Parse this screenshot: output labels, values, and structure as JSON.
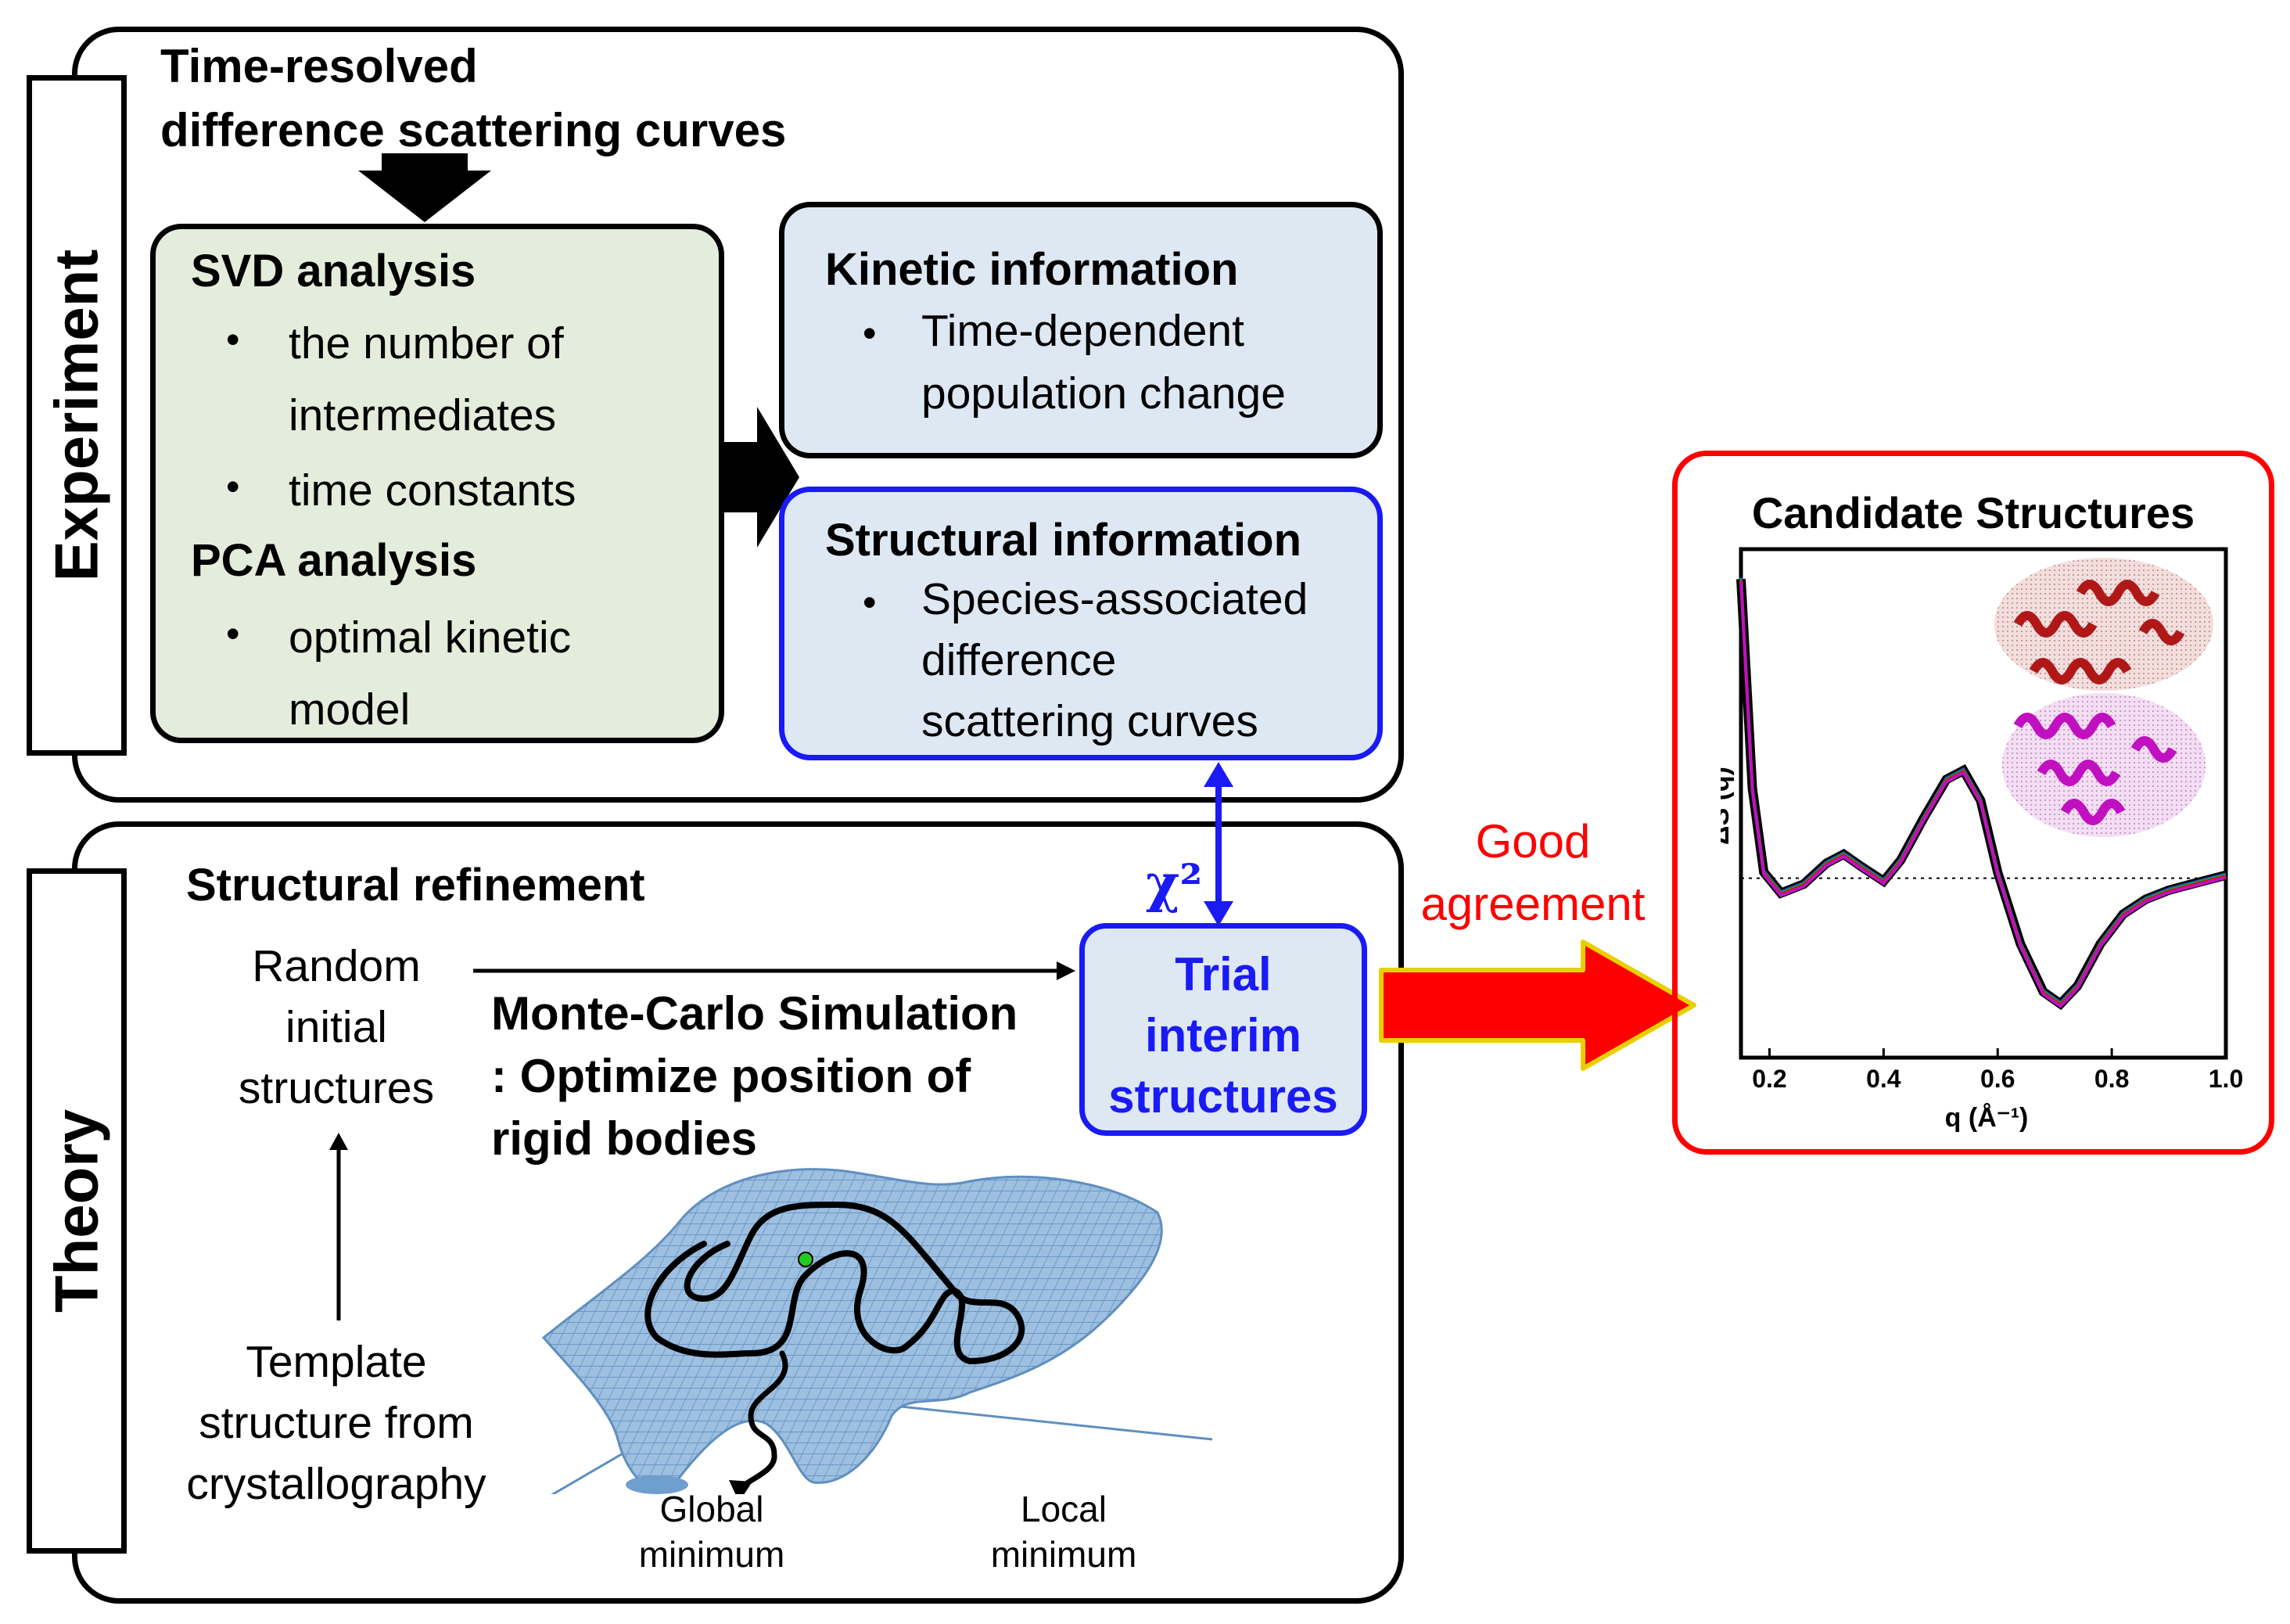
{
  "experiment": {
    "tab_label": "Experiment",
    "title_line1": "Time-resolved",
    "title_line2": "difference scattering curves",
    "svd": {
      "heading": "SVD analysis",
      "bullet1_line1": "the number of",
      "bullet1_line2": "intermediates",
      "bullet2": "time constants"
    },
    "pca": {
      "heading": "PCA analysis",
      "bullet1_line1": "optimal kinetic",
      "bullet1_line2": "model"
    },
    "kinetic": {
      "heading": "Kinetic information",
      "bullet1_line1": "Time-dependent",
      "bullet1_line2": "population change"
    },
    "structural": {
      "heading": "Structural information",
      "bullet1_line1": "Species-associated",
      "bullet1_line2": "difference",
      "bullet1_line3": "scattering curves"
    }
  },
  "theory": {
    "tab_label": "Theory",
    "title": "Structural refinement",
    "random_line1": "Random",
    "random_line2": "initial",
    "random_line3": "structures",
    "template_line1": "Template",
    "template_line2": "structure from",
    "template_line3": "crystallography",
    "mc_line1": "Monte-Carlo Simulation",
    "mc_line2": ": Optimize position of",
    "mc_line3": "rigid bodies",
    "trial_line1": "Trial",
    "trial_line2": "interim",
    "trial_line3": "structures",
    "global_line1": "Global",
    "global_line2": "minimum",
    "local_line1": "Local",
    "local_line2": "minimum"
  },
  "connector": {
    "chi_squared": "χ²",
    "good_line1": "Good",
    "good_line2": "agreement"
  },
  "candidate": {
    "title": "Candidate Structures",
    "ylabel": "ΔS (q)",
    "xlabel": "q (Å⁻¹)",
    "xticks": [
      "0.2",
      "0.4",
      "0.6",
      "0.8",
      "1.0"
    ]
  },
  "colors": {
    "panel_border": "#000000",
    "green_fill": "#e4ecdb",
    "blue_fill": "#dde8f3",
    "blue_accent": "#1a1af5",
    "red_accent": "#ff0000",
    "surface": "#7aa6cf"
  },
  "chart_data": {
    "type": "line",
    "xlabel": "q (Å⁻¹)",
    "ylabel": "ΔS (q)",
    "xlim": [
      0.15,
      1.0
    ],
    "x": [
      0.15,
      0.17,
      0.19,
      0.22,
      0.26,
      0.3,
      0.33,
      0.36,
      0.4,
      0.43,
      0.47,
      0.51,
      0.54,
      0.57,
      0.6,
      0.64,
      0.68,
      0.71,
      0.74,
      0.78,
      0.82,
      0.86,
      0.9,
      0.94,
      0.98,
      1.0
    ],
    "series": [
      {
        "values": [
          10,
          3.0,
          0.2,
          -0.5,
          -0.2,
          0.5,
          0.8,
          0.4,
          -0.1,
          0.6,
          2.0,
          3.3,
          3.6,
          2.6,
          0.2,
          -2.2,
          -3.8,
          -4.2,
          -3.6,
          -2.2,
          -1.2,
          -0.7,
          -0.4,
          -0.2,
          0.0,
          0.1
        ]
      }
    ],
    "dotted_baseline": 0
  }
}
